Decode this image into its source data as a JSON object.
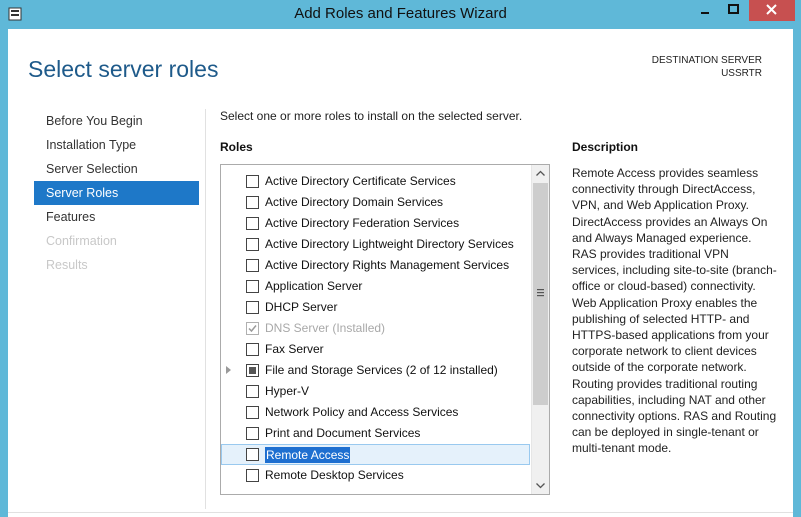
{
  "window": {
    "title": "Add Roles and Features Wizard",
    "controls": [
      "minimize",
      "maximize",
      "close"
    ]
  },
  "header": {
    "page_title": "Select server roles",
    "destination_label": "DESTINATION SERVER",
    "destination_server": "USSRTR"
  },
  "nav": {
    "items": [
      {
        "label": "Before You Begin",
        "state": "normal"
      },
      {
        "label": "Installation Type",
        "state": "normal"
      },
      {
        "label": "Server Selection",
        "state": "normal"
      },
      {
        "label": "Server Roles",
        "state": "active"
      },
      {
        "label": "Features",
        "state": "normal"
      },
      {
        "label": "Confirmation",
        "state": "disabled"
      },
      {
        "label": "Results",
        "state": "disabled"
      }
    ]
  },
  "main": {
    "instruction": "Select one or more roles to install on the selected server.",
    "roles_heading": "Roles",
    "roles": [
      {
        "label": "Active Directory Certificate Services",
        "checked": false
      },
      {
        "label": "Active Directory Domain Services",
        "checked": false
      },
      {
        "label": "Active Directory Federation Services",
        "checked": false
      },
      {
        "label": "Active Directory Lightweight Directory Services",
        "checked": false
      },
      {
        "label": "Active Directory Rights Management Services",
        "checked": false
      },
      {
        "label": "Application Server",
        "checked": false
      },
      {
        "label": "DHCP Server",
        "checked": false
      },
      {
        "label": "DNS Server (Installed)",
        "checked": true,
        "disabled": true
      },
      {
        "label": "Fax Server",
        "checked": false
      },
      {
        "label": "File and Storage Services (2 of 12 installed)",
        "partial": true,
        "expandable": true
      },
      {
        "label": "Hyper-V",
        "checked": false
      },
      {
        "label": "Network Policy and Access Services",
        "checked": false
      },
      {
        "label": "Print and Document Services",
        "checked": false
      },
      {
        "label": "Remote Access",
        "checked": false,
        "selected": true
      },
      {
        "label": "Remote Desktop Services",
        "checked": false
      }
    ],
    "description_heading": "Description",
    "description": "Remote Access provides seamless connectivity through DirectAccess, VPN, and Web Application Proxy. DirectAccess provides an Always On and Always Managed experience. RAS provides traditional VPN services, including site-to-site (branch-office or cloud-based) connectivity. Web Application Proxy enables the publishing of selected HTTP- and HTTPS-based applications from your corporate network to client devices outside of the corporate network. Routing provides traditional routing capabilities, including NAT and other connectivity options. RAS and Routing can be deployed in single-tenant or multi-tenant mode."
  },
  "colors": {
    "frame": "#5fb8d8",
    "title_blue": "#1e5a8a",
    "nav_active": "#1e78c8",
    "close_button": "#c75050",
    "selection_highlight": "#1e6fd0"
  }
}
